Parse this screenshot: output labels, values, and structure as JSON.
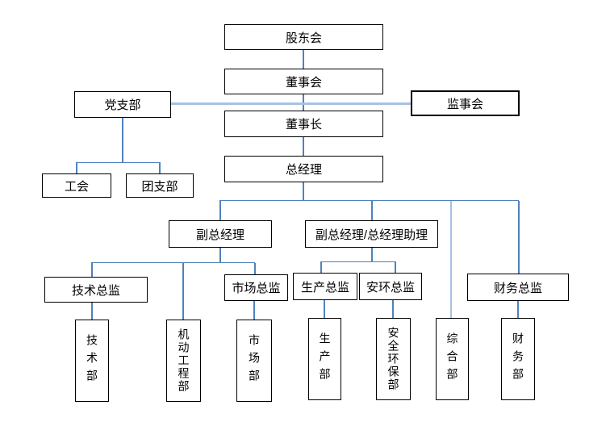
{
  "diagram": {
    "type": "org-chart",
    "title": "",
    "colors": {
      "connector": "#4f81bd",
      "connector_light": "#a9c1e1",
      "box_border": "#000000",
      "box_fill": "#ffffff",
      "text": "#000000",
      "background": "#ffffff"
    },
    "nodes": {
      "shareholders_meeting": {
        "label": "股东会"
      },
      "board_of_directors": {
        "label": "董事会"
      },
      "party_branch": {
        "label": "党支部"
      },
      "supervisory_board": {
        "label": "监事会"
      },
      "chairman": {
        "label": "董事长"
      },
      "general_manager": {
        "label": "总经理"
      },
      "labor_union": {
        "label": "工会"
      },
      "youth_league_branch": {
        "label": "团支部"
      },
      "deputy_gm": {
        "label": "副总经理"
      },
      "deputy_gm_assistant": {
        "label": "副总经理/总经理助理"
      },
      "tech_director": {
        "label": "技术总监"
      },
      "marketing_director": {
        "label": "市场总监"
      },
      "production_director": {
        "label": "生产总监"
      },
      "safety_env_director": {
        "label": "安环总监"
      },
      "finance_director": {
        "label": "财务总监"
      },
      "tech_dept": {
        "label": "技术部"
      },
      "mech_eng_dept": {
        "label": "机动工程部"
      },
      "marketing_dept": {
        "label": "市场部"
      },
      "production_dept": {
        "label": "生产部"
      },
      "safety_env_dept": {
        "label": "安全环保部"
      },
      "general_affairs_dept": {
        "label": "综合部"
      },
      "finance_dept": {
        "label": "财务部"
      }
    },
    "edges": [
      {
        "from": "shareholders_meeting",
        "to": "board_of_directors"
      },
      {
        "from": "board_of_directors",
        "to": "chairman"
      },
      {
        "from": "party_branch",
        "to": "supervisory_board",
        "style": "lateral"
      },
      {
        "from": "party_branch",
        "to": "labor_union"
      },
      {
        "from": "party_branch",
        "to": "youth_league_branch"
      },
      {
        "from": "chairman",
        "to": "general_manager"
      },
      {
        "from": "general_manager",
        "to": "deputy_gm"
      },
      {
        "from": "general_manager",
        "to": "deputy_gm_assistant"
      },
      {
        "from": "general_manager",
        "to": "general_affairs_dept"
      },
      {
        "from": "general_manager",
        "to": "finance_director"
      },
      {
        "from": "deputy_gm",
        "to": "tech_director"
      },
      {
        "from": "deputy_gm",
        "to": "mech_eng_dept"
      },
      {
        "from": "deputy_gm",
        "to": "marketing_director"
      },
      {
        "from": "deputy_gm_assistant",
        "to": "production_director"
      },
      {
        "from": "deputy_gm_assistant",
        "to": "safety_env_director"
      },
      {
        "from": "tech_director",
        "to": "tech_dept"
      },
      {
        "from": "marketing_director",
        "to": "marketing_dept"
      },
      {
        "from": "production_director",
        "to": "production_dept"
      },
      {
        "from": "safety_env_director",
        "to": "safety_env_dept"
      },
      {
        "from": "finance_director",
        "to": "finance_dept"
      }
    ]
  }
}
